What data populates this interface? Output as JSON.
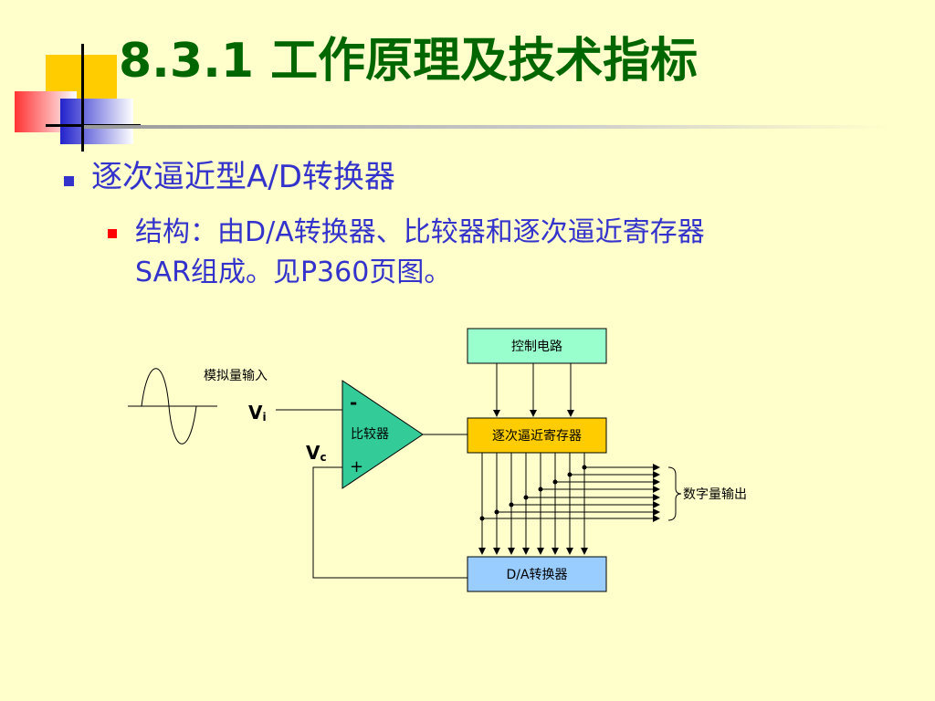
{
  "title": "8.3.1 工作原理及技术指标",
  "bullets": [
    {
      "text": "逐次逼近型A/D转换器",
      "children": [
        {
          "line1": "结构：由D/A转换器、比较器和逐次逼近寄存器",
          "line2": "SAR组成。见P360页图。"
        }
      ]
    }
  ],
  "diagram": {
    "control_label": "控制电路",
    "sar_label": "逐次逼近寄存器",
    "dac_label": "D/A转换器",
    "comparator_label": "比较器",
    "comparator_minus": "-",
    "comparator_plus": "+",
    "analog_input_label": "模拟量输入",
    "vi_main": "V",
    "vi_sub": "i",
    "vc_main": "V",
    "vc_sub": "c",
    "digital_output_label": "数字量输出",
    "colors": {
      "control_fill": "#99ffcc",
      "sar_fill": "#ffcc00",
      "dac_fill": "#99ccff",
      "comparator_fill": "#33cc99"
    }
  }
}
